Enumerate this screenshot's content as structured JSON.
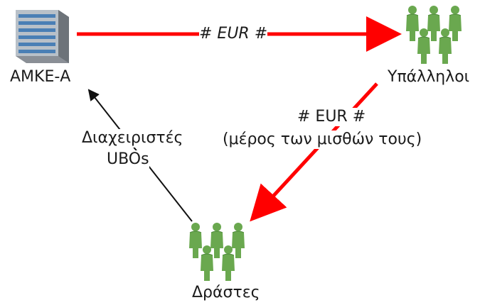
{
  "nodes": {
    "amke": {
      "label": "ΑΜΚΕ-Α",
      "icon": "building-icon"
    },
    "employees": {
      "label": "Υπάλληλοι",
      "icon": "people-group-icon"
    },
    "perpetrators": {
      "label": "Δράστες",
      "icon": "people-group-icon"
    }
  },
  "edges": {
    "amke_to_employees": {
      "label": "# EUR #",
      "color": "#ff0000"
    },
    "employees_to_perpetrators": {
      "label_line1": "# EUR #",
      "label_line2": "(μέρος των μισθών τους)",
      "color": "#ff0000"
    },
    "perpetrators_to_amke": {
      "label_line1": "Διαχειριστές",
      "label_line2": "UBOs",
      "color": "#111111"
    }
  },
  "colors": {
    "person_green": "#6aa84f",
    "person_dark_green": "#4e8a3a",
    "building_blue": "#4a7fb5",
    "building_gray": "#8a8f96"
  }
}
